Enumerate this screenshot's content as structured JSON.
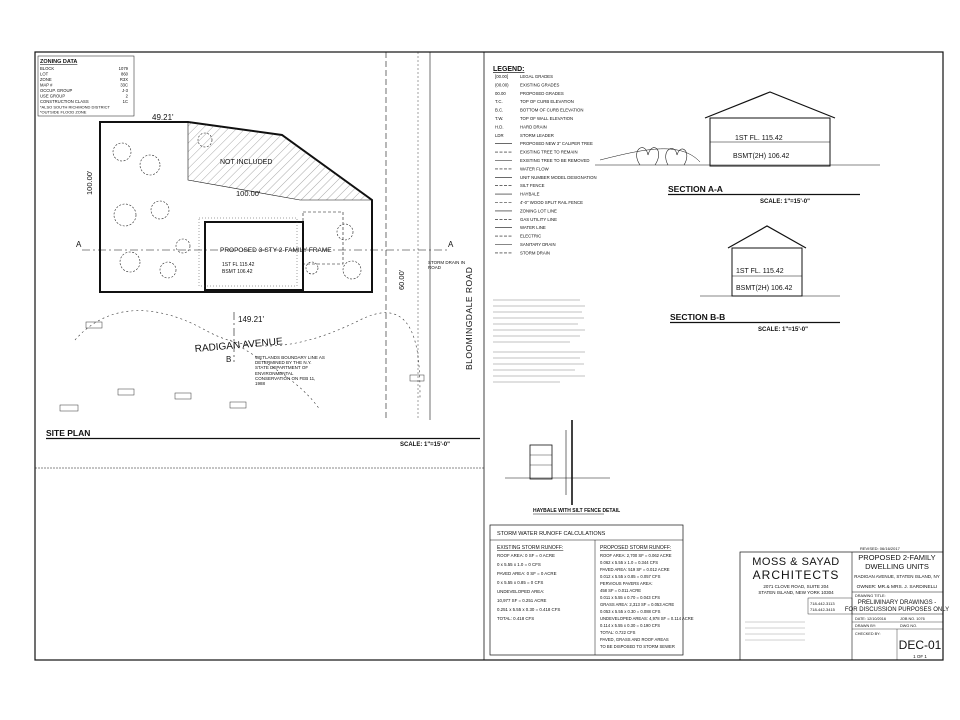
{
  "zoning": {
    "heading": "ZONING DATA",
    "rows": [
      {
        "label": "BLOCK",
        "value": "1079"
      },
      {
        "label": "LOT",
        "value": "860"
      },
      {
        "label": "ZONE",
        "value": "R3X"
      },
      {
        "label": "MAP #",
        "value": "33C"
      },
      {
        "label": "OCCUP. GROUP",
        "value": "J-3"
      },
      {
        "label": "USE GROUP",
        "value": "2"
      },
      {
        "label": "CONSTRUCTION CLASS",
        "value": "1C"
      }
    ],
    "notes": [
      "*ALSO SOUTH RICHMOND DISTRICT",
      "*OUTSIDE FLOOD ZONE"
    ]
  },
  "site_plan": {
    "title": "SITE PLAN",
    "scale": "SCALE: 1\"=15'-0\"",
    "street_1": "RADIGAN AVENUE",
    "street_2": "BLOOMINGDALE ROAD",
    "dim_top": "49.21'",
    "dim_mid": "100.00'",
    "dim_bottom": "149.21'",
    "dim_left": "100.00'",
    "dim_right": "60.00'",
    "not_included": "NOT INCLUDED",
    "building_label": "PROPOSED 3-STY 2-FAMILY FRAME",
    "building_fl1": "1ST FL 115.42",
    "building_fl2": "BSMT 106.42",
    "section_mark_a": "A",
    "section_mark_b": "B",
    "wetland_note": "WETLANDS BOUNDARY LINE AS DETERMINED BY THE N.Y. STATE DEPARTMENT OF ENVIRONMENTAL CONSERVATION ON FEB 11, 1988",
    "drain_note": "STORM DRAIN IN ROAD"
  },
  "legend": {
    "heading": "LEGEND:",
    "items": [
      {
        "sym": "[00.00]",
        "label": "LEGAL GRADES"
      },
      {
        "sym": "(00.00)",
        "label": "EXISTING GRADES"
      },
      {
        "sym": "00.00",
        "label": "PROPOSED GRADES"
      },
      {
        "sym": "T.C.",
        "label": "TOP OF CURB ELEVATION"
      },
      {
        "sym": "B.C.",
        "label": "BOTTOM OF CURB ELEVATION"
      },
      {
        "sym": "T.W.",
        "label": "TOP OF WALL ELEVATION"
      },
      {
        "sym": "H.D.",
        "label": "HARD DRAIN"
      },
      {
        "sym": "LDR",
        "label": "STORM LEADER"
      },
      {
        "sym": "",
        "label": "PROPOSED NEW 3\" CALIPER TREE"
      },
      {
        "sym": "",
        "label": "EXISTING TREE TO REMAIN"
      },
      {
        "sym": "",
        "label": "EXISTING TREE TO BE REMOVED"
      },
      {
        "sym": "",
        "label": "WATER FLOW"
      },
      {
        "sym": "",
        "label": "UNIT NUMBER MODEL DESIGNATION"
      },
      {
        "sym": "",
        "label": "SILT FENCE"
      },
      {
        "sym": "",
        "label": "HAYBALE"
      },
      {
        "sym": "",
        "label": "4'-0\" WOOD SPLIT RAIL FENCE"
      },
      {
        "sym": "",
        "label": "ZONING LOT LINE"
      },
      {
        "sym": "",
        "label": "GAS UTILITY LINE"
      },
      {
        "sym": "",
        "label": "WATER LINE"
      },
      {
        "sym": "",
        "label": "ELECTRIC"
      },
      {
        "sym": "",
        "label": "SANITARY DRAIN"
      },
      {
        "sym": "",
        "label": "STORM DRAIN"
      }
    ]
  },
  "section_a": {
    "title": "SECTION A-A",
    "scale": "SCALE: 1\"=15'-0\"",
    "fl1": "1ST FL. 115.42",
    "bsmt": "BSMT(2H) 106.42"
  },
  "section_b": {
    "title": "SECTION B-B",
    "scale": "SCALE: 1\"=15'-0\"",
    "fl1": "1ST FL. 115.42",
    "bsmt": "BSMT(2H) 106.42"
  },
  "silt_fence": {
    "title": "HAYBALE WITH SILT FENCE DETAIL"
  },
  "storm": {
    "heading": "STORM WATER RUNOFF CALCULATIONS",
    "existing_title": "EXISTING STORM RUNOFF:",
    "existing_lines": [
      "ROOF AREA:  0 SF = 0 ACRE",
      "0 x 5.55 x 1.0 = 0 CFS",
      "PAVED AREA:  0 SF = 0 ACRE",
      "0 x 5.55 x 0.85 = 0 CFS",
      "UNDEVELOPED AREA:",
      "10,977 SF = 0.251 ACRE",
      "0.251 x 5.55 x 0.30 = 0.418 CFS",
      "TOTAL:  0.418 CFS"
    ],
    "proposed_title": "PROPOSED STORM RUNOFF:",
    "proposed_lines": [
      "ROOF AREA:  2,700 SF = 0.062 ACRE",
      "0.062 x 5.55 x 1.0 = 0.344 CFS",
      "PAVED AREA:  519 SF = 0.012 ACRE",
      "0.012 x 5.55 x 0.85 = 0.057 CFS",
      "PERVIOUS PAVERS AREA:",
      "458 SF = 0.011 ACRE",
      "0.011 x 5.55 x 0.70 = 0.043 CFS",
      "GRASS AREA:  2,313 SF = 0.053 ACRE",
      "0.053 x 5.55 x 0.30 = 0.088 CFS",
      "UNDEVELOPED AREAS:  4,978 SF = 0.114 ACRE",
      "0.114 x 5.55 x 0.30 = 0.190 CFS",
      "TOTAL:  0.722 CFS",
      "PAVED, GRASS AND ROOF AREAS",
      "TO BE DISPOSED TO STORM SEWER"
    ]
  },
  "title_block": {
    "firm_line1": "MOSS & SAYAD",
    "firm_line2": "ARCHITECTS",
    "address_1": "2071 CLOVE ROAD, SUITE 204",
    "address_2": "STATEN ISLAND, NEW YORK 10304",
    "phone": "718-442-3113",
    "fax": "718-442-3415",
    "revised": "REVISED: 06/16/2017",
    "project_1": "PROPOSED 2-FAMILY",
    "project_2": "DWELLING UNITS",
    "location": "RADIGAN AVENUE, STATEN ISLAND, NY",
    "owner": "OWNER: MR.& MRS. J. SARDINELLI",
    "drawing_title_label": "DRAWING TITLE:",
    "drawing_title_1": "PRELIMINARY DRAWINGS -",
    "drawing_title_2": "FOR DISCUSSION PURPOSES ONLY",
    "date_label": "DATE: 12/10/2016",
    "job_label": "JOB NO. 1076",
    "drawn_label": "DRAWN BY:",
    "checked_label": "CHECKED BY:",
    "sheet_no": "DEC-01",
    "sheet_of": "1 OF 1",
    "dwg_label": "DWG NO."
  }
}
